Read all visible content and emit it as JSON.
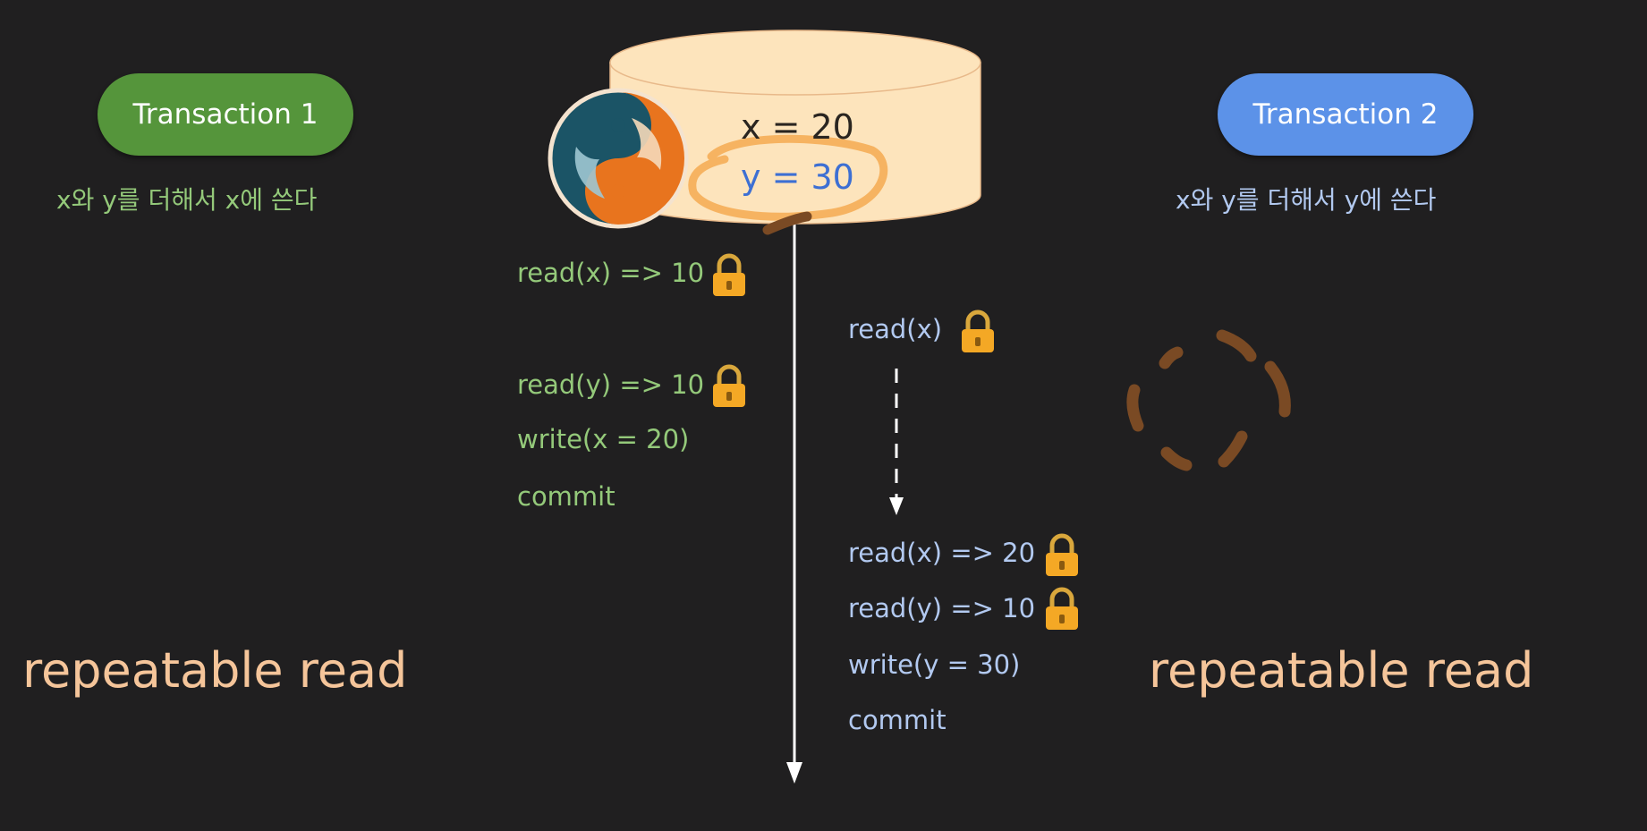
{
  "transaction1": {
    "title": "Transaction 1",
    "description": "x와 y를 더해서 x에 쓴다",
    "isolation_level": "repeatable read",
    "operations": [
      "read(x) => 10",
      "read(y) => 10",
      "write(x = 20)",
      "commit"
    ]
  },
  "transaction2": {
    "title": "Transaction 2",
    "description": "x와 y를 더해서 y에 쓴다",
    "isolation_level": "repeatable read",
    "operations": [
      "read(x)",
      "read(x) => 20",
      "read(y) => 10",
      "write(y = 30)",
      "commit"
    ]
  },
  "database": {
    "x_value": "x = 20",
    "y_value": "y = 30",
    "logo_icon": "mysql-dolphin-logo-icon"
  },
  "colors": {
    "background": "#201f20",
    "transaction1_accent": "#55953b",
    "transaction2_accent": "#5c92e8",
    "transaction1_text": "#94c97a",
    "transaction2_text": "#b2c9f0",
    "isolation_text": "#f5c59a",
    "database_fill": "#fde4bc",
    "annotation": "#7a4a24"
  }
}
